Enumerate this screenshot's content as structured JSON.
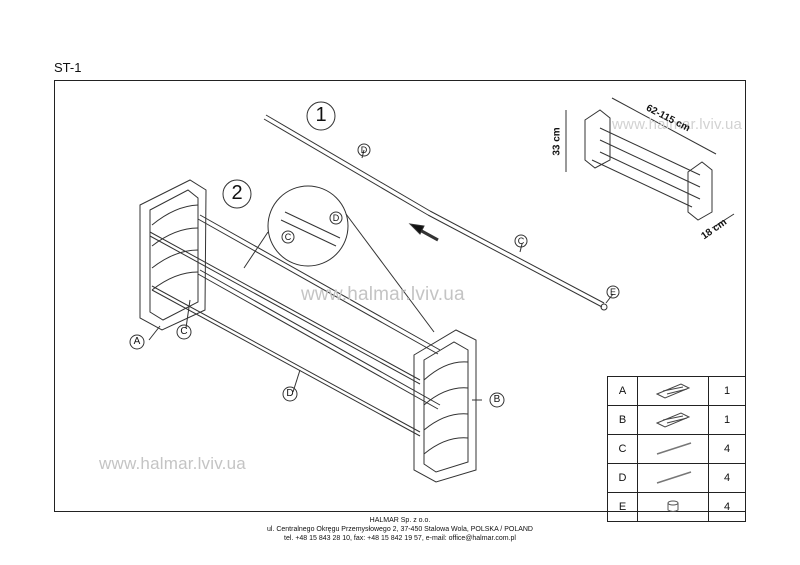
{
  "model": "ST-1",
  "steps": [
    "1",
    "2"
  ],
  "watermarks": [
    "www.halmar.lviv.ua",
    "www.halmar.lviv.ua",
    "www.halmar.lviv.ua"
  ],
  "dimensions": {
    "length": "62-115 cm",
    "height": "33 cm",
    "depth": "18 cm"
  },
  "callouts": {
    "d_top": "D",
    "c_top": "C",
    "e_tip": "E",
    "c_zoom": "C",
    "d_zoom": "D",
    "a_side": "A",
    "c_side": "C",
    "d_side": "D",
    "b_side": "B"
  },
  "parts": [
    {
      "code": "A",
      "icon": "side-frame-icon",
      "qty": "1"
    },
    {
      "code": "B",
      "icon": "side-frame-icon",
      "qty": "1"
    },
    {
      "code": "C",
      "icon": "tube-icon",
      "qty": "4"
    },
    {
      "code": "D",
      "icon": "tube-icon",
      "qty": "4"
    },
    {
      "code": "E",
      "icon": "end-cap-icon",
      "qty": "4"
    }
  ],
  "footer": {
    "company": "HALMAR Sp. z o.o.",
    "address": "ul. Centralnego Okręgu Przemysłowego 2, 37-450 Stalowa Wola, POLSKA / POLAND",
    "contact": "tel. +48 15 843 28 10, fax: +48 15 842 19 57, e-mail: office@halmar.com.pl"
  }
}
